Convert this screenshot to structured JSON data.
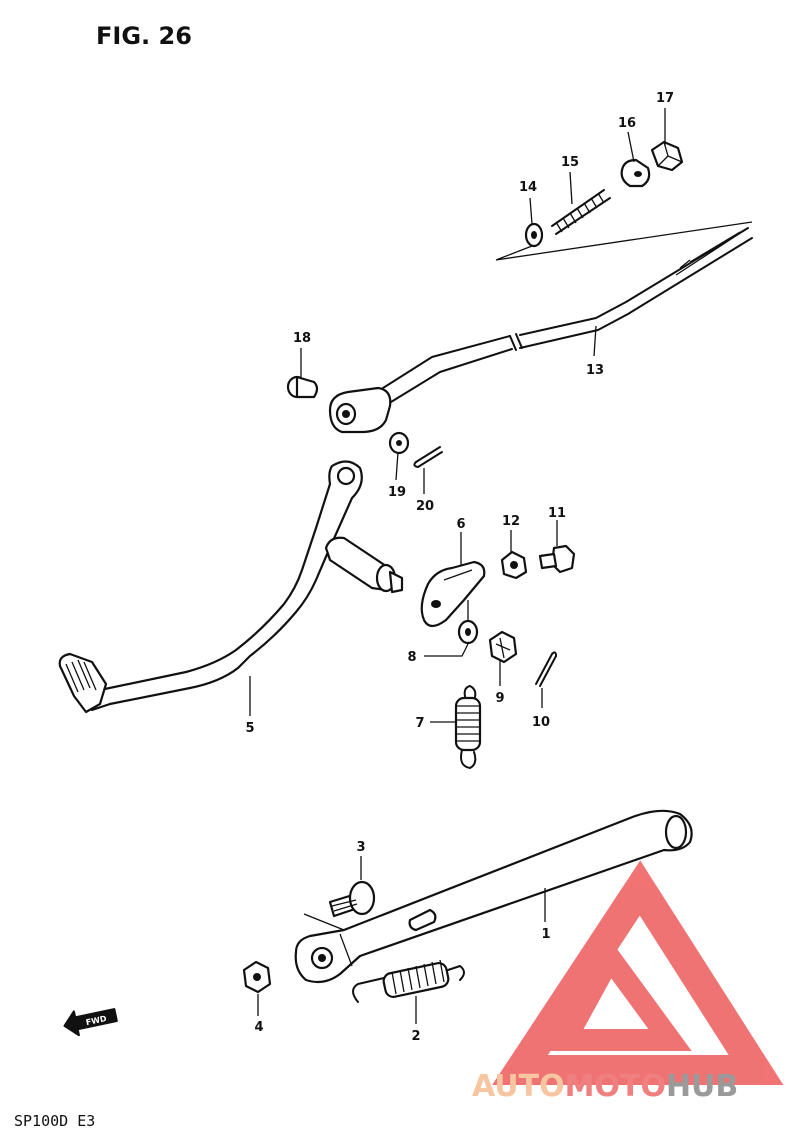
{
  "figure": {
    "title": "FIG. 26",
    "model_code": "SP100D E3"
  },
  "fwd_arrow_label": "FWD",
  "callouts": [
    {
      "id": "c1",
      "label": "1"
    },
    {
      "id": "c2",
      "label": "2"
    },
    {
      "id": "c3",
      "label": "3"
    },
    {
      "id": "c4",
      "label": "4"
    },
    {
      "id": "c5",
      "label": "5"
    },
    {
      "id": "c6",
      "label": "6"
    },
    {
      "id": "c7",
      "label": "7"
    },
    {
      "id": "c8",
      "label": "8"
    },
    {
      "id": "c9",
      "label": "9"
    },
    {
      "id": "c10",
      "label": "10"
    },
    {
      "id": "c11",
      "label": "11"
    },
    {
      "id": "c12",
      "label": "12"
    },
    {
      "id": "c13",
      "label": "13"
    },
    {
      "id": "c14",
      "label": "14"
    },
    {
      "id": "c15",
      "label": "15"
    },
    {
      "id": "c16",
      "label": "16"
    },
    {
      "id": "c17",
      "label": "17"
    },
    {
      "id": "c18",
      "label": "18"
    },
    {
      "id": "c19",
      "label": "19"
    },
    {
      "id": "c20",
      "label": "20"
    }
  ],
  "watermark": {
    "part1": "AUTO",
    "part2": "MOTO",
    "part3": "HUB",
    "color_auto": "#f7c6a0",
    "color_moto": "#f08080",
    "color_hub": "#9a9a9a",
    "logo_color": "#ee5b5b"
  }
}
